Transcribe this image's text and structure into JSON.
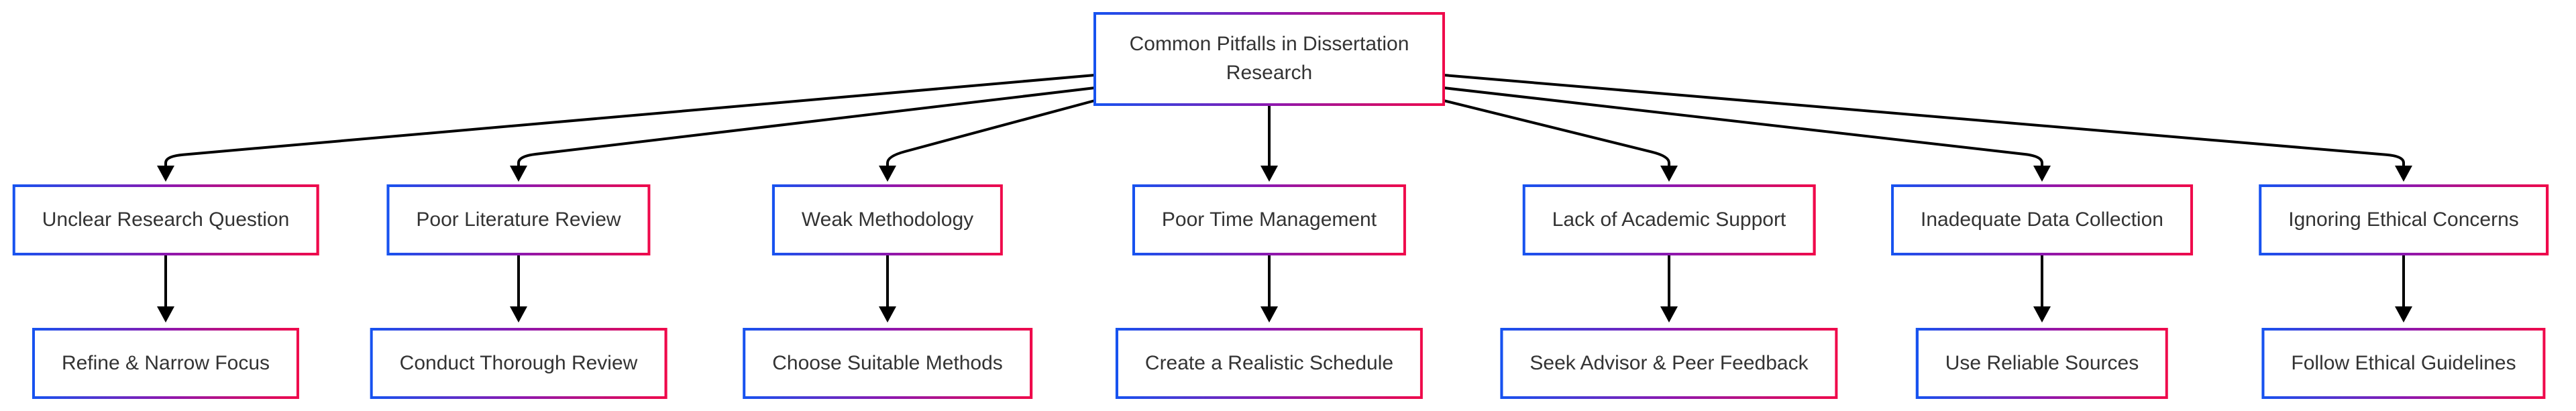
{
  "diagram": {
    "title_node": "Common Pitfalls in Dissertation Research",
    "root": {
      "label": "Common Pitfalls in Dissertation Research"
    },
    "columns": [
      {
        "pitfall": "Unclear Research Question",
        "remedy": "Refine & Narrow Focus"
      },
      {
        "pitfall": "Poor Literature Review",
        "remedy": "Conduct Thorough Review"
      },
      {
        "pitfall": "Weak Methodology",
        "remedy": "Choose Suitable Methods"
      },
      {
        "pitfall": "Poor Time Management",
        "remedy": "Create a Realistic Schedule"
      },
      {
        "pitfall": "Lack of Academic Support",
        "remedy": "Seek Advisor & Peer Feedback"
      },
      {
        "pitfall": "Inadequate Data Collection",
        "remedy": "Use Reliable Sources"
      },
      {
        "pitfall": "Ignoring Ethical Concerns",
        "remedy": "Follow Ethical Guidelines"
      }
    ],
    "colors": {
      "border_gradient_start": "#1653f0",
      "border_gradient_mid": "#8c18b0",
      "border_gradient_end": "#f0094a",
      "text": "#333333",
      "arrow": "#000000",
      "background": "#ffffff"
    }
  }
}
